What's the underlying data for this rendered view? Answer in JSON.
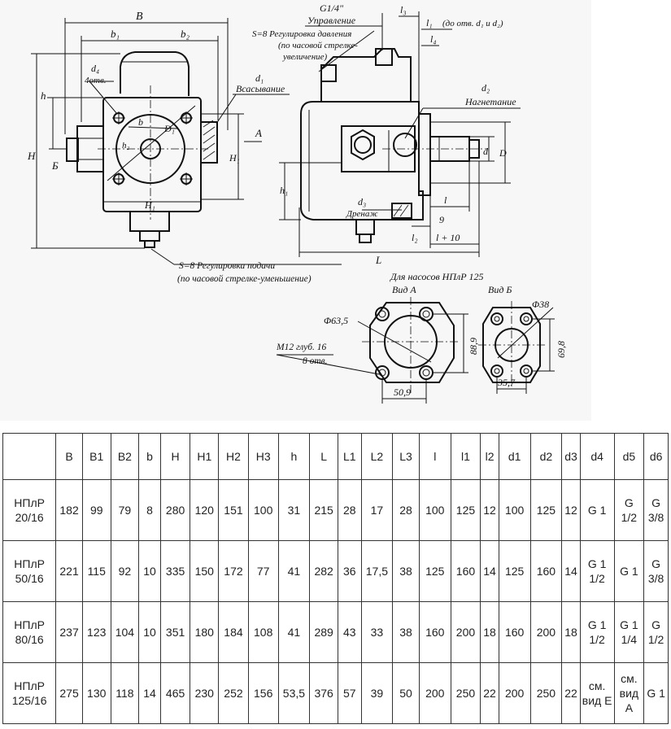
{
  "drawing": {
    "labels": {
      "B": "B",
      "b1": "b₁",
      "b2": "b₂",
      "d4": "d₄",
      "d4_count": "4отв.",
      "h": "h",
      "H": "H",
      "B_cyr": "Б",
      "b": "b",
      "h2": "h₂",
      "D1": "D₁",
      "H1": "H₁",
      "A": "A",
      "d1": "d₁",
      "suction": "Всасывание",
      "control_thread": "G1/4\"",
      "control": "Управление",
      "s8_pressure": "S=8 Регулировка давления",
      "s8_pressure_2": "(по часовой стрелке-",
      "s8_pressure_3": "увеличение)",
      "l3": "l₃",
      "l1": "l₁",
      "l1_note": "(до отв. d₁ и d₂)",
      "l4": "l₄",
      "d2": "d₂",
      "discharge": "Нагнетание",
      "d": "d",
      "D": "D",
      "h1": "h₁",
      "d3": "d₃",
      "drain": "Дренаж",
      "l": "l",
      "nine": "9",
      "l_plus_10": "l + 10",
      "l2": "l₂",
      "L": "L",
      "s8_feed": "S=8 Регулировка подачи",
      "s8_feed_2": "(по часовой стрелке-уменьшение)",
      "pump125": "Для насосов НПлР 125",
      "view_a": "Вид A",
      "view_b": "Вид Б",
      "phi63": "Φ63,5",
      "m12": "M12  глуб. 16",
      "m12_count": "8 отв.",
      "dim_889": "88,9",
      "dim_509": "50,9",
      "phi38": "Φ38",
      "dim_698": "69,8",
      "dim_357": "35,7"
    }
  },
  "table": {
    "headers": [
      "",
      "B",
      "B1",
      "B2",
      "b",
      "H",
      "H1",
      "H2",
      "H3",
      "h",
      "L",
      "L1",
      "L2",
      "L3",
      "l",
      "l1",
      "l2",
      "d1",
      "d2",
      "d3",
      "d4",
      "d5",
      "d6"
    ],
    "rows": [
      [
        "НПлР 20/16",
        "182",
        "99",
        "79",
        "8",
        "280",
        "120",
        "151",
        "100",
        "31",
        "215",
        "28",
        "17",
        "28",
        "100",
        "125",
        "12",
        "100",
        "125",
        "12",
        "G 1",
        "G 1/2",
        "G 3/8"
      ],
      [
        "НПлР 50/16",
        "221",
        "115",
        "92",
        "10",
        "335",
        "150",
        "172",
        "77",
        "41",
        "282",
        "36",
        "17,5",
        "38",
        "125",
        "160",
        "14",
        "125",
        "160",
        "14",
        "G 1 1/2",
        "G 1",
        "G 3/8"
      ],
      [
        "НПлР 80/16",
        "237",
        "123",
        "104",
        "10",
        "351",
        "180",
        "184",
        "108",
        "41",
        "289",
        "43",
        "33",
        "38",
        "160",
        "200",
        "18",
        "160",
        "200",
        "18",
        "G 1 1/2",
        "G 1 1/4",
        "G 1/2"
      ],
      [
        "НПлР 125/16",
        "275",
        "130",
        "118",
        "14",
        "465",
        "230",
        "252",
        "156",
        "53,5",
        "376",
        "57",
        "39",
        "50",
        "200",
        "250",
        "22",
        "200",
        "250",
        "22",
        "см. вид Е",
        "см. вид A",
        "G 1"
      ]
    ]
  }
}
